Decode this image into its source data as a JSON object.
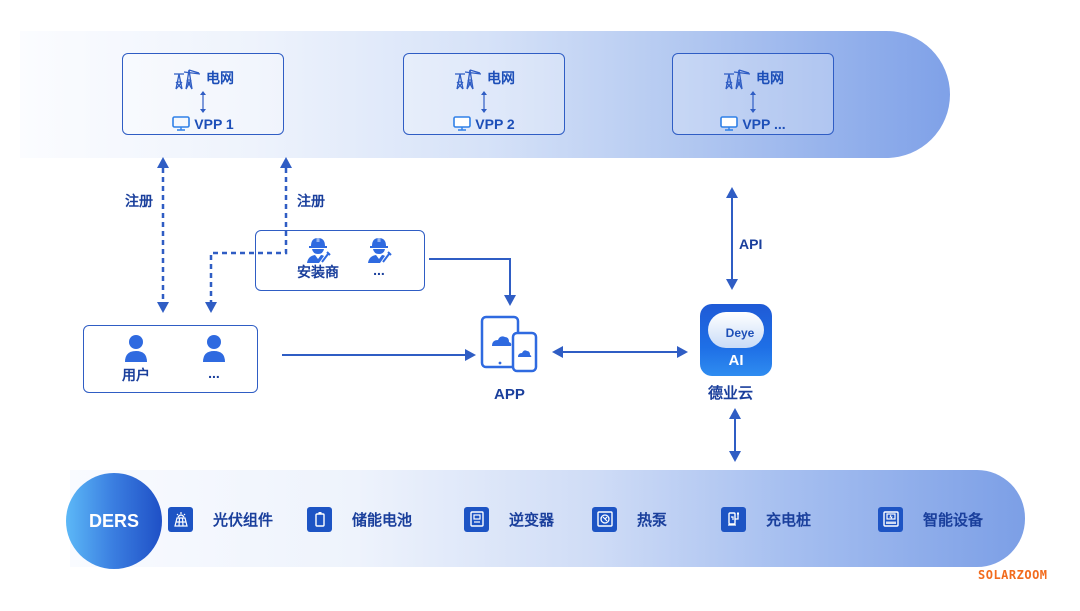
{
  "top_band": {
    "vpps": [
      {
        "grid_label": "电网",
        "vpp_label": "VPP 1"
      },
      {
        "grid_label": "电网",
        "vpp_label": "VPP 2"
      },
      {
        "grid_label": "电网",
        "vpp_label": "VPP ..."
      }
    ]
  },
  "connections": {
    "register_label_1": "注册",
    "register_label_2": "注册",
    "api_label": "API"
  },
  "installer_card": {
    "items": [
      {
        "label": "安装商",
        "icon": "installer-worker-icon"
      },
      {
        "label": "...",
        "icon": "installer-worker-icon"
      }
    ]
  },
  "user_card": {
    "items": [
      {
        "label": "用户",
        "icon": "user-icon"
      },
      {
        "label": "...",
        "icon": "user-icon"
      }
    ]
  },
  "app": {
    "label": "APP",
    "icon": "tablet-phone-cloud-icon"
  },
  "cloud": {
    "label": "德业云",
    "logo_text": "Deye",
    "logo_sub": "AI"
  },
  "ders": {
    "title": "DERS",
    "devices": [
      {
        "label": "光伏组件",
        "icon": "solar-panel-icon"
      },
      {
        "label": "储能电池",
        "icon": "battery-icon"
      },
      {
        "label": "逆变器",
        "icon": "inverter-icon"
      },
      {
        "label": "热泵",
        "icon": "heat-pump-icon"
      },
      {
        "label": "充电桩",
        "icon": "ev-charger-icon"
      },
      {
        "label": "智能设备",
        "icon": "smart-device-icon"
      }
    ]
  },
  "watermark": "SOLARZOOM",
  "colors": {
    "primary": "#2f5dc4",
    "text": "#1a3f9c",
    "watermark": "#f26b1d"
  }
}
